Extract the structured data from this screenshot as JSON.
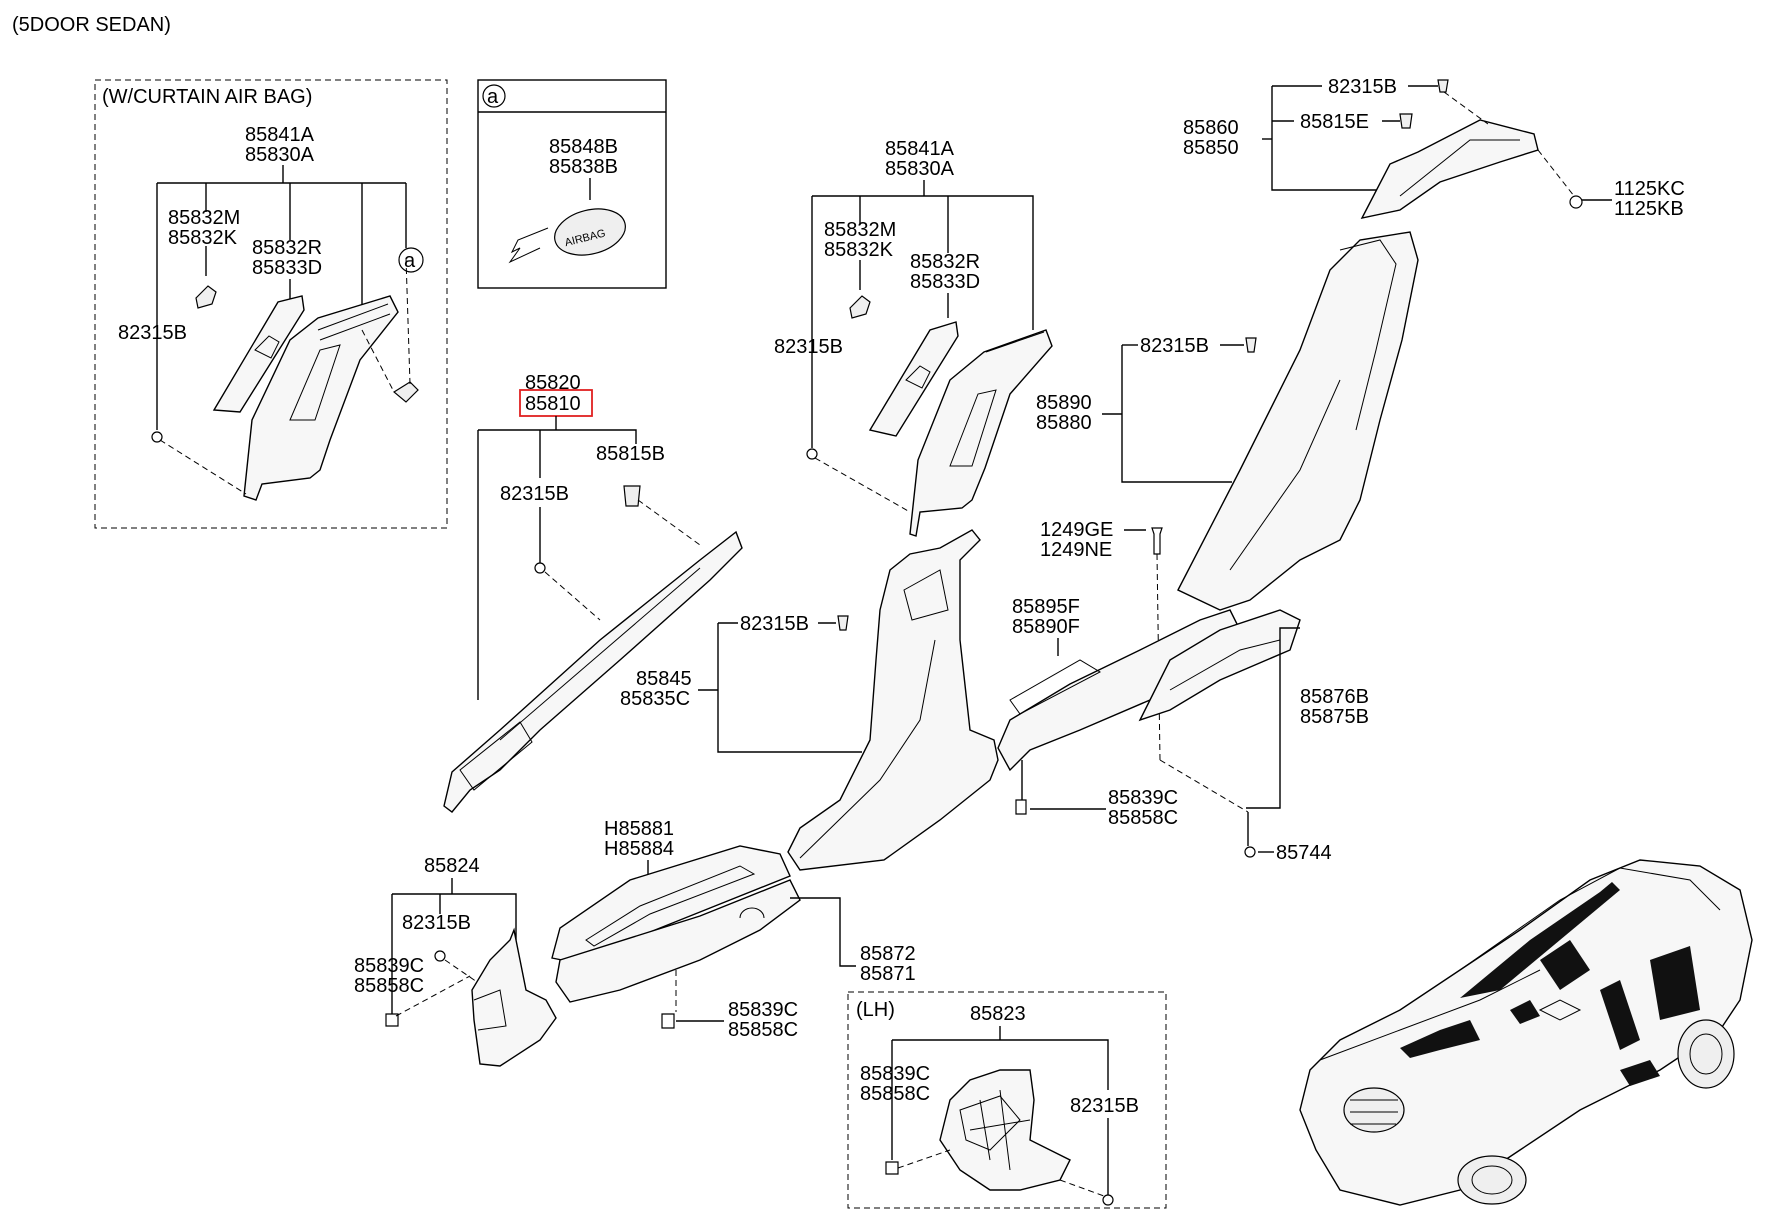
{
  "title": "(5DOOR SEDAN)",
  "boxes": {
    "curtain_airbag": "(W/CURTAIN AIR BAG)",
    "detail_a_marker": "a",
    "lh_box": "(LH)"
  },
  "labels": {
    "box_a": [
      "85841A",
      "85830A",
      "85832M",
      "85832K",
      "85832R",
      "85833D",
      "82315B",
      "a"
    ],
    "detail_a": [
      "85848B",
      "85838B"
    ],
    "a_pillar": [
      "85820",
      "85810",
      "85815B",
      "82315B"
    ],
    "b_upper": [
      "85841A",
      "85830A",
      "85832M",
      "85832K",
      "85832R",
      "85833D",
      "82315B"
    ],
    "c_upper": [
      "82315B",
      "85815E",
      "85860",
      "85850",
      "1125KC",
      "1125KB"
    ],
    "c_pillar": [
      "82315B",
      "85890",
      "85880"
    ],
    "b_lower": [
      "82315B",
      "85845",
      "85835C"
    ],
    "rear_sill": [
      "1249GE",
      "1249NE",
      "85895F",
      "85890F",
      "85876B",
      "85875B",
      "85839C",
      "85858C",
      "85744"
    ],
    "front_sill": [
      "H85881",
      "H85884",
      "85872",
      "85871",
      "85839C",
      "85858C"
    ],
    "cowl": [
      "85824",
      "82315B",
      "85839C",
      "85858C"
    ],
    "lh": [
      "85823",
      "85839C",
      "85858C",
      "82315B"
    ]
  },
  "highlight": "85810",
  "colors": {
    "highlight": "#e02020",
    "line": "#000000",
    "part_fill": "#f7f7f7"
  },
  "icons": {
    "airbag_badge": "airbag-badge-icon",
    "arrow": "arrow-left-icon",
    "car": "car-illustration"
  }
}
